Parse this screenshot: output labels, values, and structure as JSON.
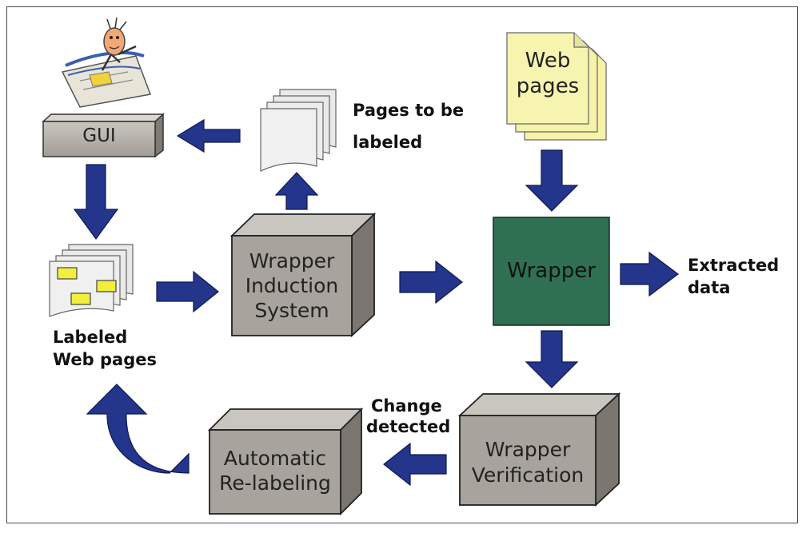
{
  "nodes": {
    "gui": "GUI",
    "pages_to_label": "Pages to be labeled",
    "web_pages": [
      "Web",
      "pages"
    ],
    "labeled_pages": [
      "Labeled",
      "Web pages"
    ],
    "induction": [
      "Wrapper",
      "Induction",
      "System"
    ],
    "wrapper": "Wrapper",
    "extracted": [
      "Extracted",
      "data"
    ],
    "change": [
      "Change",
      "detected"
    ],
    "verification": [
      "Wrapper",
      "Verification"
    ],
    "relabel": [
      "Automatic",
      "Re-labeling"
    ]
  },
  "colors": {
    "arrow": "#24358c",
    "box": "#a8a39c",
    "wrapper_box": "#2f7052",
    "paper": "#f6f3a8",
    "sticky": "#f1ef3c"
  }
}
